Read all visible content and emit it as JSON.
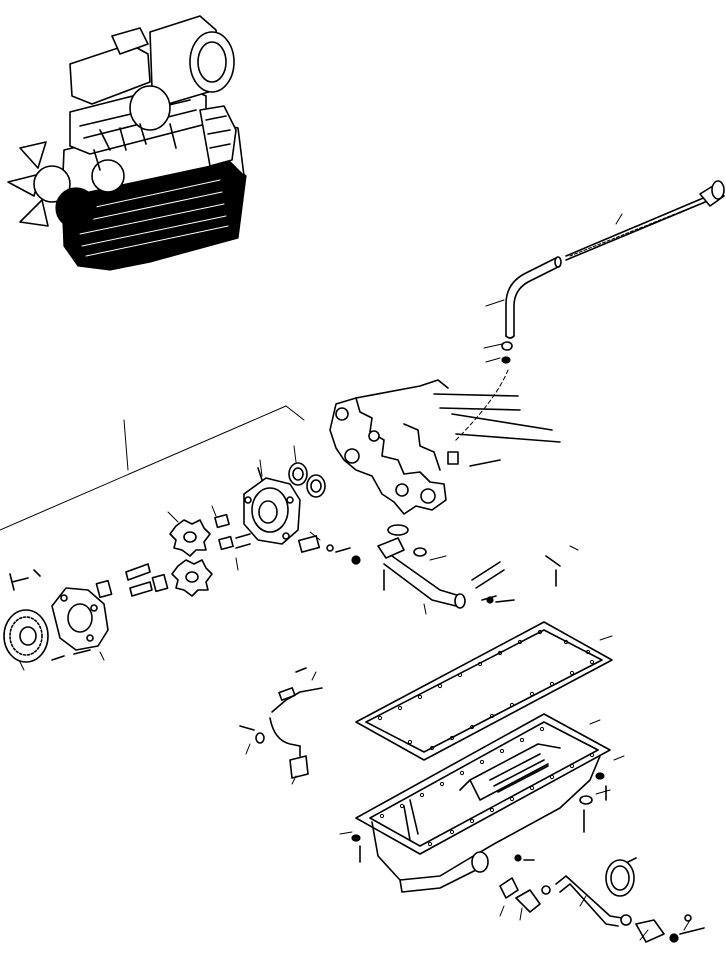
{
  "diagram": {
    "callout_labels": [],
    "parts": [
      {
        "name": "engine-overview-inset"
      },
      {
        "name": "dipstick"
      },
      {
        "name": "dipstick-guide-tube"
      },
      {
        "name": "cylinder-block-outline"
      },
      {
        "name": "oil-pump-body"
      },
      {
        "name": "oil-pump-rotor-gears"
      },
      {
        "name": "oil-pump-drive-gear"
      },
      {
        "name": "oil-pump-cover"
      },
      {
        "name": "oil-strainer-pipe"
      },
      {
        "name": "oil-pan-gasket"
      },
      {
        "name": "oil-pan"
      },
      {
        "name": "oil-level-sensor"
      },
      {
        "name": "drain-pipe-and-valve"
      },
      {
        "name": "hose-clamp"
      }
    ]
  }
}
